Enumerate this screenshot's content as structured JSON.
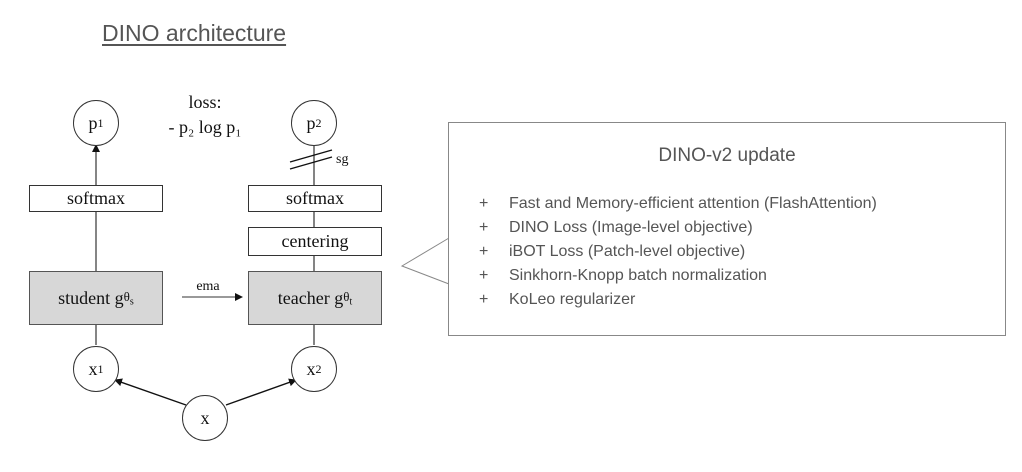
{
  "title": "DINO architecture",
  "loss": {
    "line1": "loss:",
    "line2": "- p₂ log p₁"
  },
  "student": {
    "output_node": "p",
    "output_sub": "1",
    "softmax_label": "softmax",
    "network_label": "student g",
    "network_sub": "θ",
    "network_subsub": "s",
    "input_node": "x",
    "input_sub": "1"
  },
  "teacher": {
    "output_node": "p",
    "output_sub": "2",
    "sg_label": "sg",
    "softmax_label": "softmax",
    "centering_label": "centering",
    "network_label": "teacher g",
    "network_sub": "θ",
    "network_subsub": "t",
    "input_node": "x",
    "input_sub": "2"
  },
  "ema_label": "ema",
  "source_node": "x",
  "update_panel": {
    "title": "DINO-v2 update",
    "bullet": "+",
    "items": [
      "Fast and Memory-efficient attention (FlashAttention)",
      "DINO Loss (Image-level objective)",
      "iBOT Loss (Patch-level objective)",
      "Sinkhorn-Knopp batch normalization",
      "KoLeo regularizer"
    ]
  },
  "colors": {
    "network_fill": "#d7d7d7",
    "line": "#333333",
    "title_text": "#555555",
    "panel_border": "#888888"
  }
}
